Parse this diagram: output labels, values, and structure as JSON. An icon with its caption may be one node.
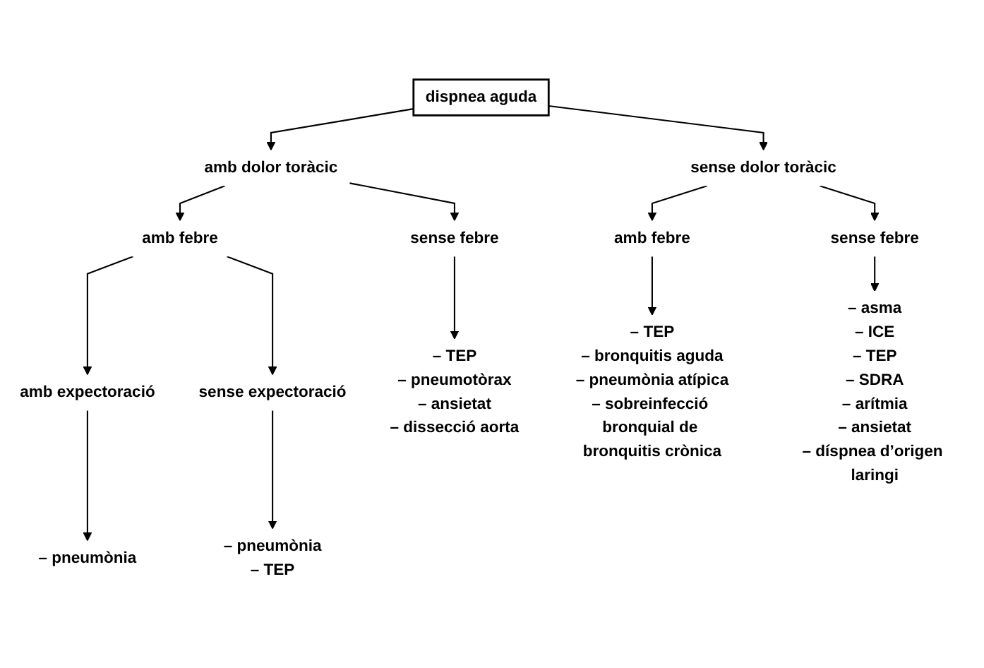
{
  "diagram": {
    "nodes": [
      {
        "text": [
          "dispnea aguda"
        ]
      },
      {
        "text": [
          "amb dolor toràcic"
        ]
      },
      {
        "text": [
          "sense dolor toràcic"
        ]
      },
      {
        "text": [
          "amb febre"
        ]
      },
      {
        "text": [
          "sense febre"
        ]
      },
      {
        "text": [
          "amb febre"
        ]
      },
      {
        "text": [
          "sense febre"
        ]
      },
      {
        "text": [
          "amb expectoració"
        ]
      },
      {
        "text": [
          "sense expectoració"
        ]
      },
      {
        "text": [
          "– pneumònia"
        ]
      },
      {
        "text": [
          "– pneumònia",
          "– TEP"
        ]
      },
      {
        "text": [
          "– TEP",
          "– pneumotòrax",
          "– ansietat",
          "– dissecció aorta"
        ]
      },
      {
        "text": [
          "– TEP",
          "– bronquitis aguda",
          "– pneumònia atípica",
          "– sobreinfecció bronquial de bronquitis crònica"
        ]
      },
      {
        "text": [
          "– asma",
          "– ICE",
          "– TEP",
          "– SDRA",
          "– arítmia",
          "– ansietat",
          "– díspnea d’origen laringi"
        ]
      }
    ],
    "edges": [
      {
        "from": 0,
        "to": 1,
        "arrow": "to"
      },
      {
        "from": 0,
        "to": 2,
        "arrow": "to"
      },
      {
        "from": 1,
        "to": 3,
        "arrow": "to"
      },
      {
        "from": 1,
        "to": 4,
        "arrow": "to"
      },
      {
        "from": 2,
        "to": 5,
        "arrow": "to"
      },
      {
        "from": 2,
        "to": 6,
        "arrow": "to"
      },
      {
        "from": 3,
        "to": 7,
        "arrow": "to"
      },
      {
        "from": 3,
        "to": 8,
        "arrow": "to"
      },
      {
        "from": 7,
        "to": 9,
        "arrow": "to"
      },
      {
        "from": 8,
        "to": 10,
        "arrow": "to"
      },
      {
        "from": 4,
        "to": 11,
        "arrow": "to"
      },
      {
        "from": 5,
        "to": 12,
        "arrow": "to"
      },
      {
        "from": 6,
        "to": 13,
        "arrow": "to"
      }
    ]
  }
}
